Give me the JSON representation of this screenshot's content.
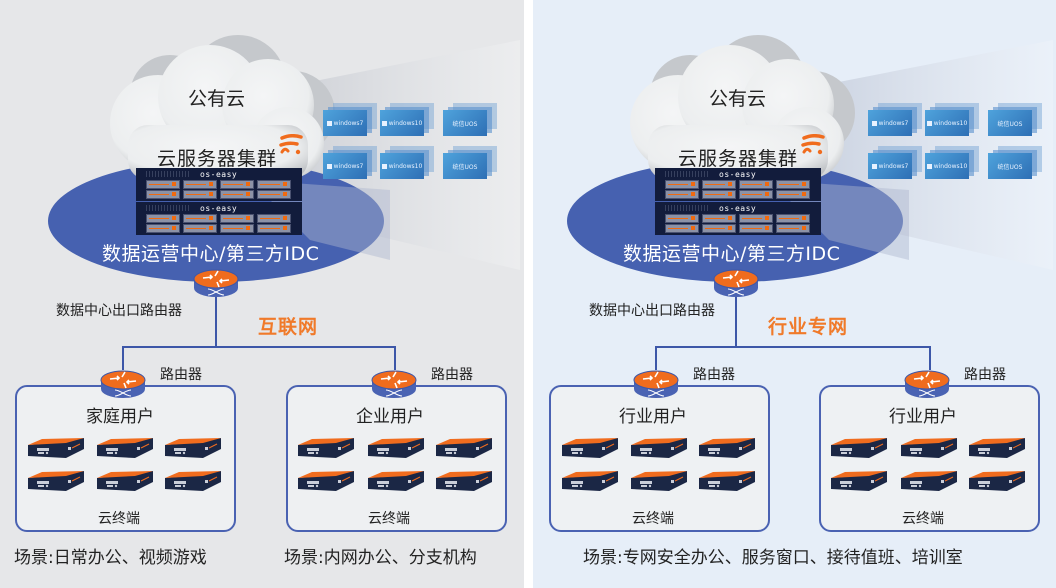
{
  "colors": {
    "left_bg": "#e6e7e9",
    "right_bg": "#e6eef8",
    "idc_blue": "#4661b0",
    "line_blue": "#3d57a8",
    "accent_orange": "#f07a2a",
    "rack_navy": "#121c3c"
  },
  "panels": [
    {
      "cloud_label": "公有云",
      "cluster_label": "云服务器集群",
      "rack_brand": "os-easy",
      "idc_label": "数据运营中心/第三方IDC",
      "os_tiles": [
        "windows7",
        "windows10",
        "统信UOS",
        "windows7",
        "windows10",
        "统信UOS"
      ],
      "exit_router_label": "数据中心出口路由器",
      "network_label": "互联网",
      "groups": [
        {
          "router_label": "路由器",
          "title": "家庭用户",
          "devices_label": "云终端",
          "scene": "场景:日常办公、视频游戏"
        },
        {
          "router_label": "路由器",
          "title": "企业用户",
          "devices_label": "云终端",
          "scene": "场景:内网办公、分支机构"
        }
      ]
    },
    {
      "cloud_label": "公有云",
      "cluster_label": "云服务器集群",
      "rack_brand": "os-easy",
      "idc_label": "数据运营中心/第三方IDC",
      "os_tiles": [
        "windows7",
        "windows10",
        "统信UOS",
        "windows7",
        "windows10",
        "统信UOS"
      ],
      "exit_router_label": "数据中心出口路由器",
      "network_label": "行业专网",
      "groups": [
        {
          "router_label": "路由器",
          "title": "行业用户",
          "devices_label": "云终端"
        },
        {
          "router_label": "路由器",
          "title": "行业用户",
          "devices_label": "云终端"
        }
      ],
      "scene": "场景:专网安全办公、服务窗口、接待值班、培训室"
    }
  ],
  "icons": {
    "router": "router-icon",
    "server_rack": "server-rack-icon",
    "thin_client": "thin-client-icon",
    "cloud": "cloud-icon",
    "brand_logo": "brand-logo-icon",
    "windows": "windows-logo-icon"
  }
}
